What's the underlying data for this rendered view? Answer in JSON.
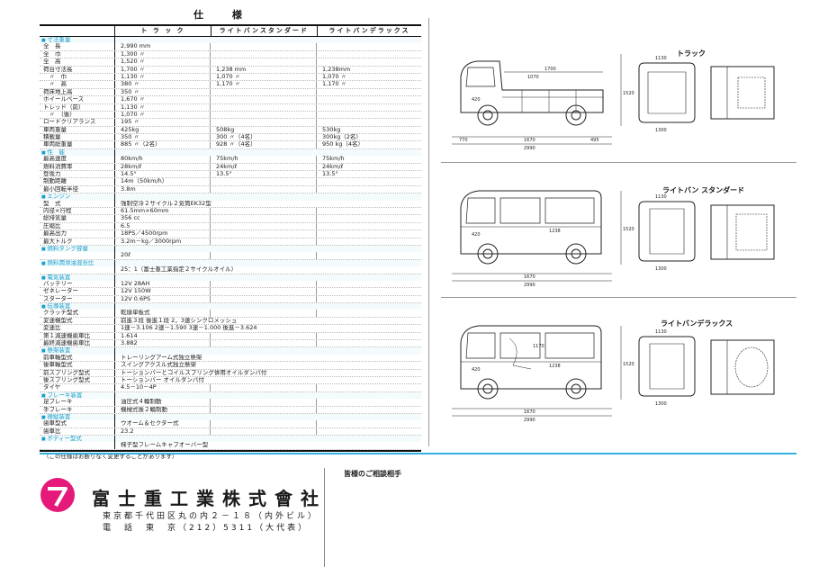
{
  "page_title": "仕 様",
  "columns": [
    "ト ラ ッ ク",
    "ライトバンスタンダード",
    "ライトバンデラックス"
  ],
  "spec_rows": [
    {
      "kind": "sec",
      "label": "寸法重量"
    },
    {
      "kind": "row",
      "label": "全　長",
      "v": [
        "2,990 mm",
        "",
        ""
      ]
    },
    {
      "kind": "row",
      "label": "全　巾",
      "v": [
        "1,300 〃",
        "",
        ""
      ]
    },
    {
      "kind": "row",
      "label": "全　高",
      "v": [
        "1,520 〃",
        "",
        ""
      ]
    },
    {
      "kind": "row",
      "label": "荷台寸法長",
      "v": [
        "1,700 〃",
        "1,238 mm",
        "1,238mm"
      ]
    },
    {
      "kind": "row",
      "label": "　〃　巾",
      "v": [
        "1,130 〃",
        "1,070 〃",
        "1,070 〃"
      ]
    },
    {
      "kind": "row",
      "label": "　〃　高",
      "v": [
        "380 〃",
        "1,170 〃",
        "1,170 〃"
      ]
    },
    {
      "kind": "row",
      "label": "荷床地上高",
      "v": [
        "350 〃",
        "",
        ""
      ]
    },
    {
      "kind": "row",
      "label": "ホイールベース",
      "v": [
        "1,670 〃",
        "",
        ""
      ]
    },
    {
      "kind": "row",
      "label": "トレッド（前）",
      "v": [
        "1,130 〃",
        "",
        ""
      ]
    },
    {
      "kind": "row",
      "label": "　〃　（後）",
      "v": [
        "1,070 〃",
        "",
        ""
      ]
    },
    {
      "kind": "row",
      "label": "ロードクリアランス",
      "v": [
        "195 〃",
        "",
        ""
      ]
    },
    {
      "kind": "row",
      "label": "車両重量",
      "v": [
        "425kg",
        "508kg",
        "530kg"
      ]
    },
    {
      "kind": "row",
      "label": "積載量",
      "v": [
        "350 〃",
        "300 〃（4名）",
        "300kg（2名）"
      ]
    },
    {
      "kind": "row",
      "label": "車両総重量",
      "v": [
        "885 〃（2名）",
        "928 〃（4名）",
        "950 kg（4名）"
      ]
    },
    {
      "kind": "sec",
      "label": "性　能"
    },
    {
      "kind": "row",
      "label": "最高速度",
      "v": [
        "80km/h",
        "75km/h",
        "75km/h"
      ]
    },
    {
      "kind": "row",
      "label": "燃料消費率",
      "v": [
        "28km/ℓ",
        "24km/ℓ",
        "24km/ℓ"
      ]
    },
    {
      "kind": "row",
      "label": "登坂力",
      "v": [
        "14.5°",
        "13.5°",
        "13.5°"
      ]
    },
    {
      "kind": "row",
      "label": "制動距離",
      "v": [
        "14m（50km/h）",
        "",
        ""
      ]
    },
    {
      "kind": "row",
      "label": "最小回転半径",
      "v": [
        "3.8m",
        "",
        ""
      ]
    },
    {
      "kind": "sec",
      "label": "エンジン"
    },
    {
      "kind": "row",
      "label": "型　式",
      "v": [
        "強制空冷２サイクル２気筒EK32型",
        "",
        ""
      ],
      "merged": true
    },
    {
      "kind": "row",
      "label": "内径×行程",
      "v": [
        "61.5mm×60mm",
        "",
        ""
      ]
    },
    {
      "kind": "row",
      "label": "総排気量",
      "v": [
        "356 cc",
        "",
        ""
      ]
    },
    {
      "kind": "row",
      "label": "圧縮比",
      "v": [
        "6.5",
        "",
        ""
      ]
    },
    {
      "kind": "row",
      "label": "最高出力",
      "v": [
        "18PS／4500rpm",
        "",
        ""
      ]
    },
    {
      "kind": "row",
      "label": "最大トルク",
      "v": [
        "3.2m－kg／3000rpm",
        "",
        ""
      ]
    },
    {
      "kind": "sec",
      "label": "燃料タンク容量"
    },
    {
      "kind": "row",
      "label": "",
      "v": [
        "20ℓ",
        "",
        ""
      ]
    },
    {
      "kind": "sec",
      "label": "燃料潤滑油混合比"
    },
    {
      "kind": "row",
      "label": "",
      "v": [
        "25：1（富士重工業指定２サイクルオイル）",
        "",
        ""
      ],
      "merged": true
    },
    {
      "kind": "sec",
      "label": "電気装置"
    },
    {
      "kind": "row",
      "label": "バッテリー",
      "v": [
        "12V 28AH",
        "",
        ""
      ]
    },
    {
      "kind": "row",
      "label": "ゼネレーター",
      "v": [
        "12V 150W",
        "",
        ""
      ]
    },
    {
      "kind": "row",
      "label": "スターター",
      "v": [
        "12V 0.6PS",
        "",
        ""
      ]
    },
    {
      "kind": "sec",
      "label": "伝導装置"
    },
    {
      "kind": "row",
      "label": "クラッチ型式",
      "v": [
        "乾燥単板式",
        "",
        ""
      ]
    },
    {
      "kind": "row",
      "label": "変速機型式",
      "v": [
        "前進３段 後進１段 2，3速シンクロメッシュ",
        "",
        ""
      ],
      "merged": true
    },
    {
      "kind": "row",
      "label": "変速比",
      "v": [
        "1速－3.106 2速－1.590 3速－1.000 後進－3.624",
        "",
        ""
      ],
      "merged": true
    },
    {
      "kind": "row",
      "label": "第１減速機歯車比",
      "v": [
        "1.614",
        "",
        ""
      ]
    },
    {
      "kind": "row",
      "label": "最終減速機歯車比",
      "v": [
        "3.882",
        "",
        ""
      ]
    },
    {
      "kind": "sec",
      "label": "懸架装置"
    },
    {
      "kind": "row",
      "label": "前車軸型式",
      "v": [
        "トレーリングアーム式独立懸架",
        "",
        ""
      ],
      "merged": true
    },
    {
      "kind": "row",
      "label": "後車軸型式",
      "v": [
        "スイングアクスル式独立懸架",
        "",
        ""
      ],
      "merged": true
    },
    {
      "kind": "row",
      "label": "前スプリング型式",
      "v": [
        "トーションバーとコイルスプリング併用オイルダンパ付",
        "",
        ""
      ],
      "merged": true
    },
    {
      "kind": "row",
      "label": "後スプリング型式",
      "v": [
        "トーションバー オイルダンパ付",
        "",
        ""
      ],
      "merged": true
    },
    {
      "kind": "row",
      "label": "タイヤ",
      "v": [
        "4.5－10－4P",
        "",
        ""
      ]
    },
    {
      "kind": "sec",
      "label": "ブレーキ装置"
    },
    {
      "kind": "row",
      "label": "足ブレーキ",
      "v": [
        "油圧式４輪制動",
        "",
        ""
      ]
    },
    {
      "kind": "row",
      "label": "手ブレーキ",
      "v": [
        "機械式後２輪制動",
        "",
        ""
      ]
    },
    {
      "kind": "sec",
      "label": "操縦装置"
    },
    {
      "kind": "row",
      "label": "歯車型式",
      "v": [
        "ウオーム＆セクター式",
        "",
        ""
      ]
    },
    {
      "kind": "row",
      "label": "歯車比",
      "v": [
        "23.2",
        "",
        ""
      ]
    },
    {
      "kind": "sec",
      "label": "ボディー型式"
    },
    {
      "kind": "row",
      "label": "",
      "v": [
        "梯子型フレームキャブオーバー型",
        "",
        ""
      ],
      "merged": true
    }
  ],
  "spec_note": "（この仕様はお断りなく変更することがあります）",
  "drawings": {
    "truck": {
      "label": "トラック",
      "dims": [
        "2990",
        "1670",
        "770",
        "495",
        "1700",
        "1070",
        "420",
        "1300",
        "1130",
        "1520"
      ]
    },
    "standard": {
      "label": "ライトバン スタンダード",
      "dims": [
        "2990",
        "1670",
        "1238",
        "420",
        "1300",
        "1130",
        "1520"
      ]
    },
    "deluxe": {
      "label": "ライトバンデラックス",
      "dims": [
        "2990",
        "1670",
        "1238",
        "1170",
        "420",
        "1300",
        "1130",
        "1520"
      ]
    }
  },
  "footer": {
    "company": "富士重工業株式會社",
    "address": "東京都千代田区丸の内２－１８（内外ビル）",
    "phone": "電　話　東　京（212）5311（大代表）",
    "consult": "皆様のご相談相手"
  },
  "colors": {
    "accent": "#2fb3dc",
    "logo": "#e4197a"
  }
}
